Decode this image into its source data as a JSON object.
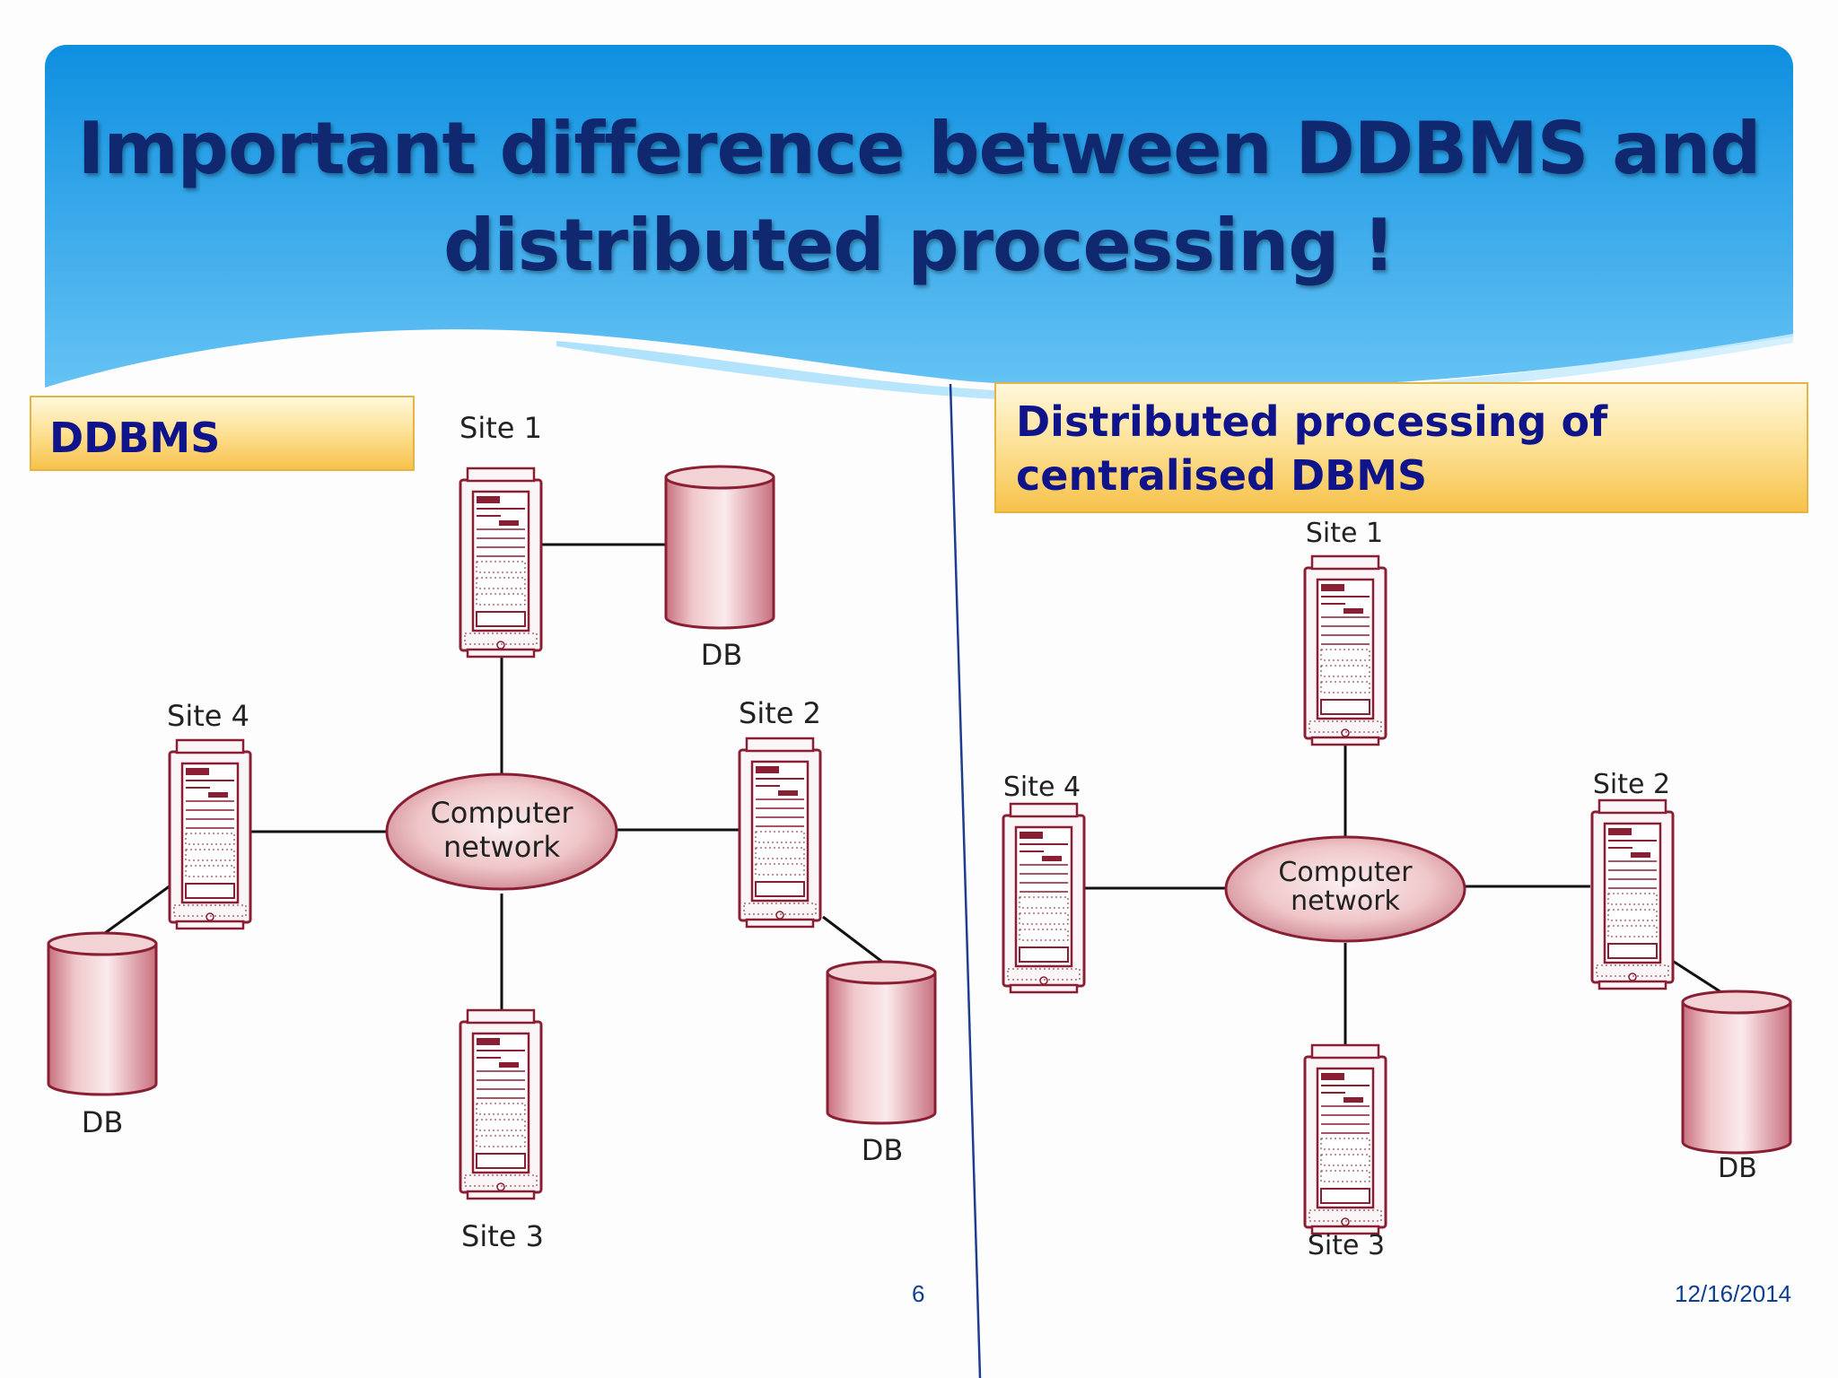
{
  "slide": {
    "title_line1": "Important difference between DDBMS and",
    "title_line2": "distributed processing !",
    "page_number": "6",
    "date": "12/16/2014"
  },
  "left_panel": {
    "heading": "DDBMS",
    "network_line1": "Computer",
    "network_line2": "network",
    "sites": [
      "Site 1",
      "Site 2",
      "Site 3",
      "Site 4"
    ],
    "db_label": "DB"
  },
  "right_panel": {
    "heading_line1": "Distributed processing of",
    "heading_line2": "centralised DBMS",
    "network_line1": "Computer",
    "network_line2": "network",
    "sites": [
      "Site 1",
      "Site 2",
      "Site 3",
      "Site 4"
    ],
    "db_label": "DB"
  },
  "colors": {
    "title": "#0f2870",
    "header_blue_top": "#0e8fe0",
    "header_blue_bottom": "#6ec8f6",
    "equipment": "#8a1f33",
    "equipment_fill": "#e8b4b8",
    "label_text": "#10148a",
    "label_fill": "#f7c24b"
  }
}
